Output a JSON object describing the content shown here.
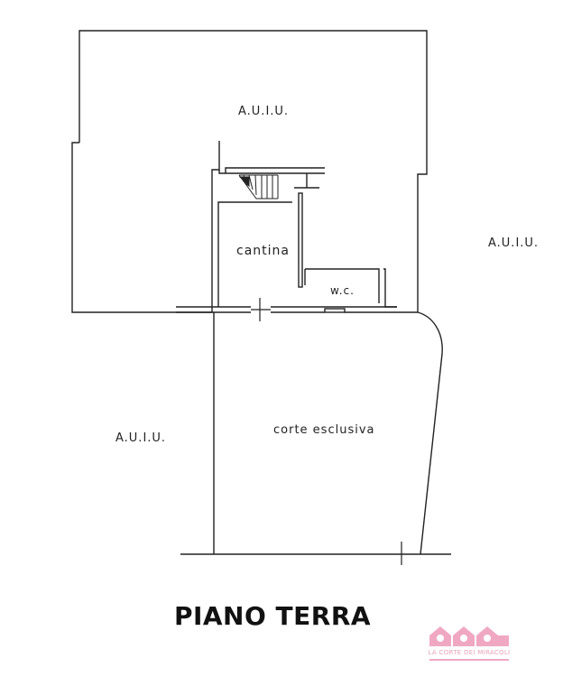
{
  "plan": {
    "labels": {
      "auiu_top": "A.U.I.U.",
      "auiu_right": "A.U.I.U.",
      "auiu_left": "A.U.I.U.",
      "cantina": "cantina",
      "wc": "w.c.",
      "corte": "corte esclusiva"
    },
    "title": "PIANO TERRA"
  },
  "logo": {
    "text": "LA CORTE DEI MIRACOLI",
    "color": "#f0a8c2"
  }
}
